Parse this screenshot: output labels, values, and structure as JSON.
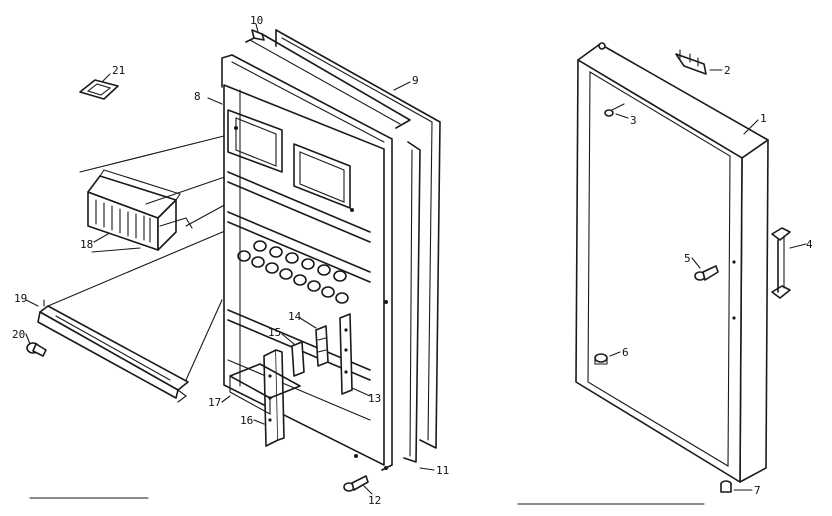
{
  "callouts": [
    {
      "id": "c1",
      "text": "1"
    },
    {
      "id": "c2",
      "text": "2"
    },
    {
      "id": "c3",
      "text": "3"
    },
    {
      "id": "c4",
      "text": "4"
    },
    {
      "id": "c5",
      "text": "5"
    },
    {
      "id": "c6",
      "text": "6"
    },
    {
      "id": "c7",
      "text": "7"
    },
    {
      "id": "c8",
      "text": "8"
    },
    {
      "id": "c9",
      "text": "9"
    },
    {
      "id": "c10",
      "text": "10"
    },
    {
      "id": "c11",
      "text": "11"
    },
    {
      "id": "c12",
      "text": "12"
    },
    {
      "id": "c13",
      "text": "13"
    },
    {
      "id": "c14",
      "text": "14"
    },
    {
      "id": "c15",
      "text": "15"
    },
    {
      "id": "c16",
      "text": "16"
    },
    {
      "id": "c17",
      "text": "17"
    },
    {
      "id": "c18",
      "text": "18"
    },
    {
      "id": "c19",
      "text": "19"
    },
    {
      "id": "c20",
      "text": "20"
    },
    {
      "id": "c21",
      "text": "21"
    }
  ]
}
